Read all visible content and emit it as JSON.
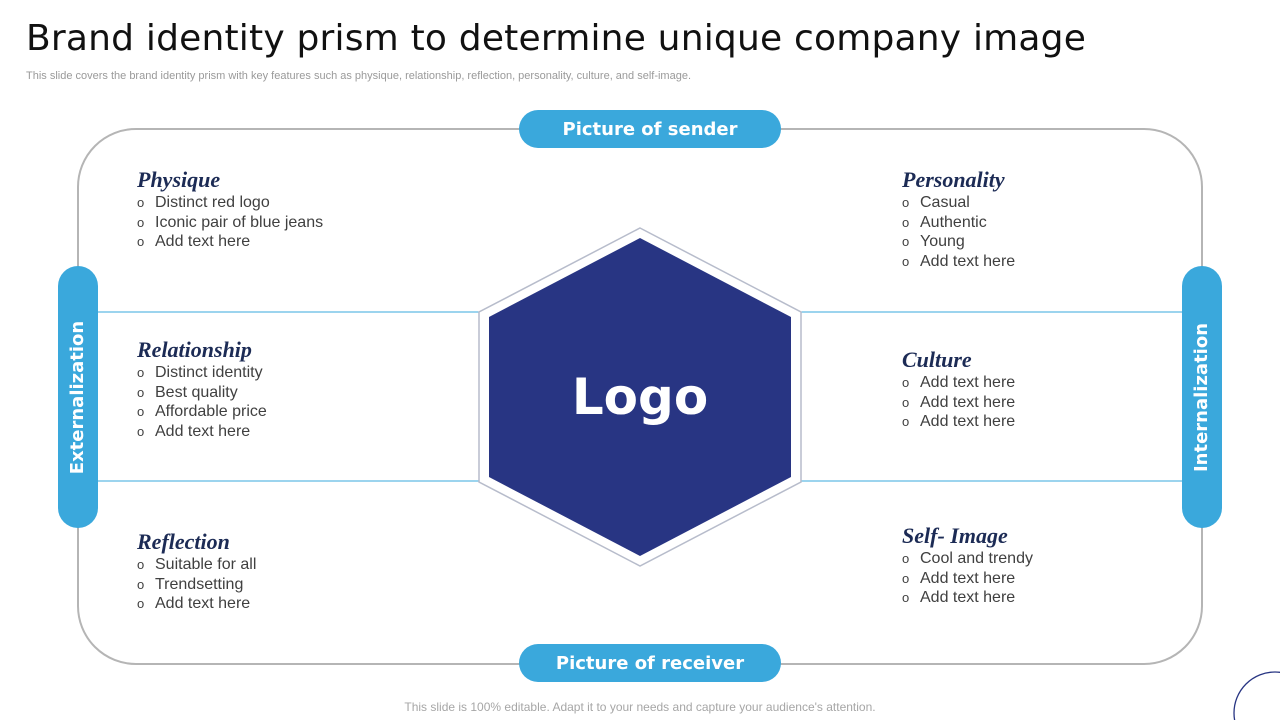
{
  "header": {
    "title": "Brand identity prism to determine unique company image",
    "subtitle": "This slide covers the brand identity prism with key features such as physique, relationship, reflection, personality, culture, and self-image."
  },
  "prism": {
    "top_label": "Picture of sender",
    "bottom_label": "Picture of receiver",
    "left_label": "Externalization",
    "right_label": "Internalization",
    "center_label": "Logo",
    "colors": {
      "accent": "#3aa8dc",
      "hexagon": "#283583",
      "heading": "#1c2b55",
      "frame": "#b5b5b5",
      "divider": "#3aa8dc"
    },
    "sections": {
      "physique": {
        "heading": "Physique",
        "items": [
          "Distinct red logo",
          "Iconic pair of blue jeans",
          "Add text here"
        ]
      },
      "relationship": {
        "heading": "Relationship",
        "items": [
          "Distinct identity",
          "Best quality",
          "Affordable price",
          "Add text here"
        ]
      },
      "reflection": {
        "heading": "Reflection",
        "items": [
          "Suitable for all",
          "Trendsetting",
          "Add text here"
        ]
      },
      "personality": {
        "heading": "Personality",
        "items": [
          "Casual",
          "Authentic",
          "Young",
          "Add text here"
        ]
      },
      "culture": {
        "heading": "Culture",
        "items": [
          "Add text here",
          "Add text here",
          "Add text here"
        ]
      },
      "self_image": {
        "heading": "Self- Image",
        "items": [
          "Cool and trendy",
          "Add text here",
          "Add text here"
        ]
      }
    }
  },
  "footer": {
    "text": "This slide is 100% editable. Adapt it to your needs and capture your audience's attention."
  }
}
